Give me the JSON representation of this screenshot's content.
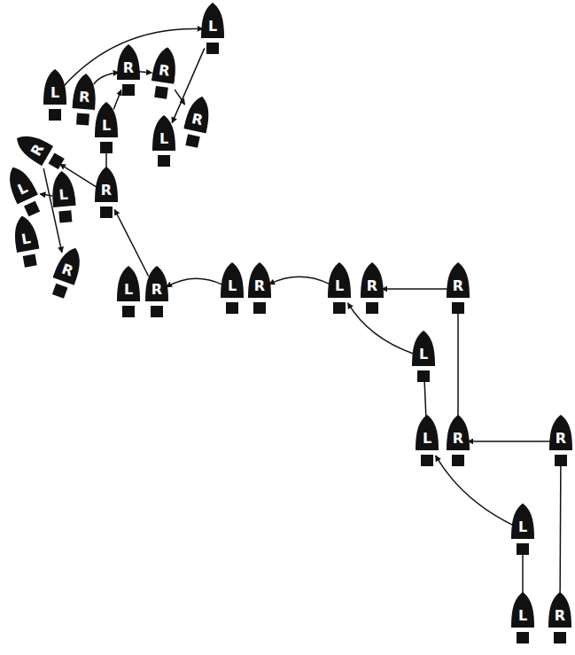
{
  "diagram": {
    "nodes": [
      {
        "text": [
          "L"
        ]
      },
      {
        "text": [
          "R"
        ]
      },
      {
        "text": [
          "R"
        ]
      },
      {
        "text": [
          "L"
        ]
      },
      {
        "text": [
          "R"
        ]
      },
      {
        "text": [
          "L"
        ]
      },
      {
        "text": [
          "R"
        ]
      },
      {
        "text": [
          "L"
        ]
      },
      {
        "text": [
          "R"
        ]
      },
      {
        "text": [
          "L"
        ]
      },
      {
        "text": [
          "R"
        ]
      },
      {
        "text": [
          "L"
        ]
      },
      {
        "text": [
          "L"
        ]
      },
      {
        "text": [
          "R"
        ]
      },
      {
        "text": [
          "L"
        ]
      },
      {
        "text": [
          "R"
        ]
      },
      {
        "text": [
          "L"
        ]
      },
      {
        "text": [
          "R"
        ]
      },
      {
        "text": [
          "L"
        ]
      },
      {
        "text": [
          "R"
        ]
      },
      {
        "text": [
          "R"
        ]
      },
      {
        "text": [
          "L"
        ]
      },
      {
        "text": [
          "L"
        ]
      },
      {
        "text": [
          "R"
        ]
      },
      {
        "text": [
          "R"
        ]
      },
      {
        "text": [
          "L"
        ]
      },
      {
        "text": [
          "L"
        ]
      },
      {
        "text": [
          "R"
        ]
      }
    ],
    "edges": [
      {
        "from": 26,
        "to": 25,
        "arrow": "to"
      },
      {
        "from": 27,
        "to": 24,
        "arrow": "to"
      },
      {
        "from": 25,
        "to": 22,
        "arrow": "to"
      },
      {
        "from": 24,
        "to": 23,
        "arrow": "to"
      },
      {
        "from": 22,
        "to": 21,
        "arrow": "to"
      },
      {
        "from": 23,
        "to": 20,
        "arrow": "to"
      },
      {
        "from": 21,
        "to": 18,
        "arrow": "to"
      },
      {
        "from": 20,
        "to": 19,
        "arrow": "to"
      },
      {
        "from": 18,
        "to": 17,
        "arrow": "to"
      },
      {
        "from": 16,
        "to": 15,
        "arrow": "to"
      },
      {
        "from": 15,
        "to": 10,
        "arrow": "to"
      },
      {
        "from": 10,
        "to": 8,
        "arrow": "to"
      },
      {
        "from": 9,
        "to": 11,
        "arrow": "to"
      },
      {
        "from": 8,
        "to": 13,
        "arrow": "to"
      },
      {
        "from": 10,
        "to": 5,
        "arrow": "to"
      },
      {
        "from": 5,
        "to": 1,
        "arrow": "to"
      },
      {
        "from": 4,
        "to": 1,
        "arrow": "to"
      },
      {
        "from": 1,
        "to": 2,
        "arrow": "to"
      },
      {
        "from": 3,
        "to": 0,
        "arrow": "to"
      },
      {
        "from": 2,
        "to": 6,
        "arrow": "to"
      },
      {
        "from": 0,
        "to": 7,
        "arrow": "to"
      }
    ]
  }
}
